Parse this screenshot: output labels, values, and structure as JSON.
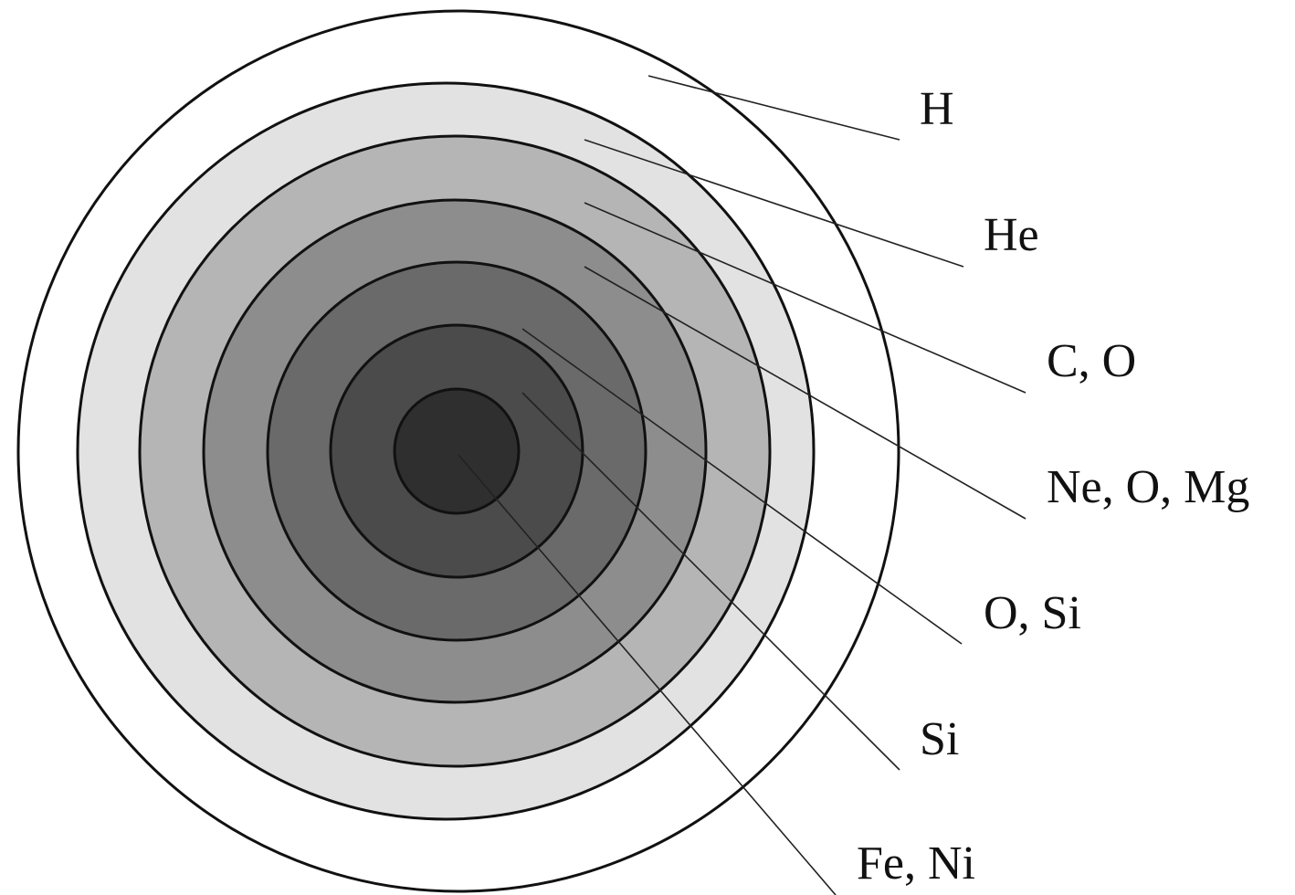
{
  "layers": [
    {
      "id": "h",
      "label": "H",
      "fill": "#ffffff"
    },
    {
      "id": "he",
      "label": "He",
      "fill": "#e2e2e2"
    },
    {
      "id": "c-o",
      "label": "C, O",
      "fill": "#b5b5b5"
    },
    {
      "id": "ne-o-mg",
      "label": "Ne, O, Mg",
      "fill": "#8d8d8d"
    },
    {
      "id": "o-si",
      "label": "O, Si",
      "fill": "#6a6a6a"
    },
    {
      "id": "si",
      "label": "Si",
      "fill": "#4b4b4b"
    },
    {
      "id": "fe-ni",
      "label": "Fe, Ni",
      "fill": "#2f2f2f"
    }
  ]
}
